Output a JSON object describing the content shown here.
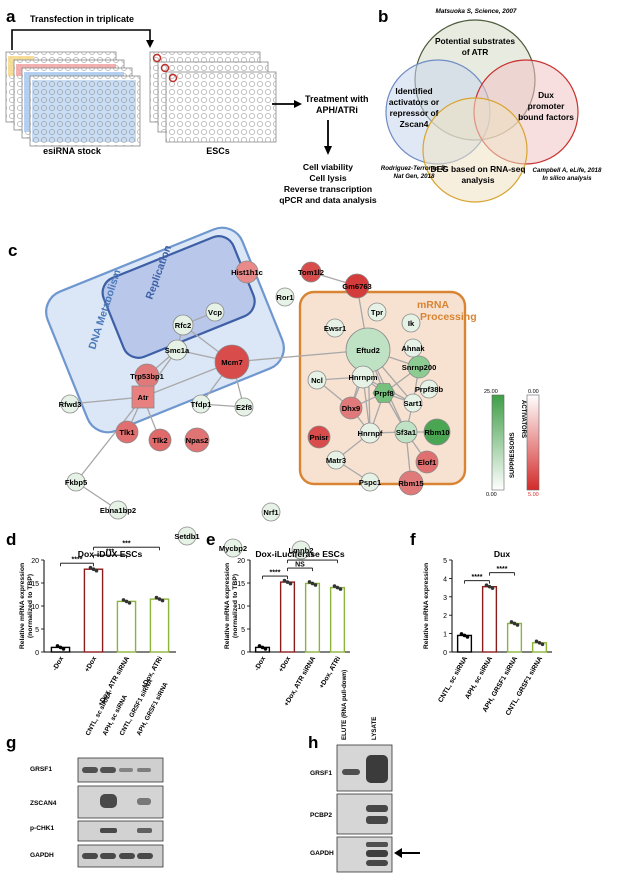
{
  "panel_a": {
    "letter": "a",
    "transfection": "Transfection in triplicate",
    "esirna_stock": "esiRNA stock",
    "escs": "ESCs",
    "treatment_line1": "Treatment with",
    "treatment_line2": "APH/ATRi",
    "steps": [
      "Cell viability",
      "Cell lysis",
      "Reverse transcription",
      "qPCR and data analysis"
    ]
  },
  "panel_b": {
    "letter": "b",
    "top_citation": "Matsuoka S, Science, 2007",
    "top_circle": [
      "Potential substrates",
      "of ATR"
    ],
    "left_circle": [
      "Identified",
      "activators or",
      "repressor of",
      "Zscan4"
    ],
    "right_circle": [
      "Dux",
      "promoter",
      "bound factors"
    ],
    "bottom_circle": [
      "DEG based on RNA-seq",
      "analysis"
    ],
    "left_citation": [
      "Rodriguez-Terrones D,",
      "Nat Gen, 2018"
    ],
    "right_citation": [
      "Campbell A, eLife, 2018",
      "In silico analysis"
    ]
  },
  "panel_c": {
    "letter": "c",
    "dna_metabolism": "DNA Metabolism",
    "replication": "Replication",
    "mrna": "mRNA",
    "processing": "Processing",
    "nodes": [
      {
        "label": "Hist1h1c",
        "color": "#e88a8a"
      },
      {
        "label": "Tom1l2",
        "color": "#d84c4c"
      },
      {
        "label": "Gm6763",
        "color": "#d43c3c"
      },
      {
        "label": "Ror1",
        "color": "#e6f2e6"
      },
      {
        "label": "Vcp",
        "color": "#e6f2e6"
      },
      {
        "label": "Rfc2",
        "color": "#e6f2e6"
      },
      {
        "label": "Smc1a",
        "color": "#e6f2e6"
      },
      {
        "label": "Mcm7",
        "color": "#d84c4c"
      },
      {
        "label": "Trp53bp1",
        "color": "#e07a7a"
      },
      {
        "label": "Atr",
        "color": "#e88080"
      },
      {
        "label": "Tfdp1",
        "color": "#e6f2e6"
      },
      {
        "label": "E2f8",
        "color": "#e6f2e6"
      },
      {
        "label": "Rfwd3",
        "color": "#e6f2e6"
      },
      {
        "label": "Tlk1",
        "color": "#e07070"
      },
      {
        "label": "Tlk2",
        "color": "#e06a6a"
      },
      {
        "label": "Npas2",
        "color": "#e07474"
      },
      {
        "label": "Fkbp5",
        "color": "#e6f2e6"
      },
      {
        "label": "Ebna1bp2",
        "color": "#e6f2e6"
      },
      {
        "label": "Setdb1",
        "color": "#e6f2e6"
      },
      {
        "label": "Nrf1",
        "color": "#e6f2e6"
      },
      {
        "label": "Mycbp2",
        "color": "#e6f2e6"
      },
      {
        "label": "Lmnb2",
        "color": "#e6f2e6"
      },
      {
        "label": "Tpr",
        "color": "#e6f2e6"
      },
      {
        "label": "Ewsr1",
        "color": "#e6f2e6"
      },
      {
        "label": "Ik",
        "color": "#e6f2e6"
      },
      {
        "label": "Ahnak",
        "color": "#e6f2e6"
      },
      {
        "label": "Eftud2",
        "color": "#bfe2c4"
      },
      {
        "label": "Snrnp200",
        "color": "#8ccb92"
      },
      {
        "label": "Ncl",
        "color": "#e6f2e6"
      },
      {
        "label": "Hnrnpm",
        "color": "#e6f2e6"
      },
      {
        "label": "Prpf38b",
        "color": "#e6f2e6"
      },
      {
        "label": "Prpf8",
        "color": "#77c07d"
      },
      {
        "label": "Dhx9",
        "color": "#e07a7a"
      },
      {
        "label": "Sart1",
        "color": "#e6f2e6"
      },
      {
        "label": "Pnisr",
        "color": "#d84c4c"
      },
      {
        "label": "Hnrnpf",
        "color": "#e6f2e6"
      },
      {
        "label": "Sf3a1",
        "color": "#bfe2c4"
      },
      {
        "label": "Rbm10",
        "color": "#4aa652"
      },
      {
        "label": "Matr3",
        "color": "#e6f2e6"
      },
      {
        "label": "Pspc1",
        "color": "#e6f2e6"
      },
      {
        "label": "Elof1",
        "color": "#e07070"
      },
      {
        "label": "Rbm15",
        "color": "#e07a7a"
      }
    ],
    "legend": {
      "suppressors": "SUPPRESSORS",
      "activators": "ACTIVATORS",
      "sup_max": "25.00",
      "sup_min": "0.00",
      "act_min": "0.00",
      "act_max": "5.00"
    }
  },
  "chart_data": [
    {
      "type": "bar",
      "panel": "d",
      "title": "Dox-iDUX ESCs",
      "ylabel": "Relative mRNA expression (normalized to TBP)",
      "ylim": [
        0,
        20
      ],
      "yticks": [
        "0",
        "5",
        "10",
        "15",
        "20"
      ],
      "categories": [
        "-Dox",
        "+Dox",
        "+Dox, ATR siRNA",
        "+Dox, ATRi"
      ],
      "values": [
        1,
        18,
        11,
        11.5
      ],
      "colors": [
        "#000000",
        "#8b1c1c",
        "#8db33c",
        "#8db33c"
      ],
      "significance": [
        "****",
        "***",
        "***"
      ]
    },
    {
      "type": "bar",
      "panel": "e",
      "title": "Dox-iLuciferase ESCs",
      "ylabel": "Relative mRNA expression (normalized to TBP)",
      "ylim": [
        0,
        20
      ],
      "yticks": [
        "0",
        "5",
        "10",
        "15",
        "20"
      ],
      "categories": [
        "-Dox",
        "+Dox",
        "+Dox, ATR siRNA",
        "+Dox, ATRi"
      ],
      "values": [
        1,
        15.2,
        14.9,
        14
      ],
      "colors": [
        "#000000",
        "#8b1c1c",
        "#8db33c",
        "#8db33c"
      ],
      "significance": [
        "****",
        "NS",
        "*"
      ]
    },
    {
      "type": "bar",
      "panel": "f",
      "title": "Dux",
      "ylabel": "Relative mRNA expression",
      "ylim": [
        0,
        5
      ],
      "yticks": [
        "0",
        "1",
        "2",
        "3",
        "4",
        "5"
      ],
      "categories": [
        "CNTL, sc siRNA",
        "APH, sc siRNA",
        "APH, GRSF1 siRNA",
        "CNTL, GRSF1 siRNA"
      ],
      "values": [
        0.9,
        3.55,
        1.55,
        0.5
      ],
      "colors": [
        "#000000",
        "#8b1c1c",
        "#8db33c",
        "#8db33c"
      ],
      "significance": [
        "****",
        "****"
      ]
    }
  ],
  "panel_letters": {
    "d": "d",
    "e": "e",
    "f": "f",
    "g": "g",
    "h": "h"
  },
  "panel_g": {
    "columns": [
      "CNTL, sc siRNA",
      "APH, sc siRNA",
      "CNTL, GRSF1 siRNA",
      "APH, GRSF1 siRNA"
    ],
    "rows": [
      "GRSF1",
      "ZSCAN4",
      "p-CHK1",
      "GAPDH"
    ]
  },
  "panel_h": {
    "columns": [
      "ELUTE (RNA pull-down)",
      "LYSATE"
    ],
    "rows": [
      "GRSF1",
      "PCBP2",
      "GAPDH"
    ]
  }
}
